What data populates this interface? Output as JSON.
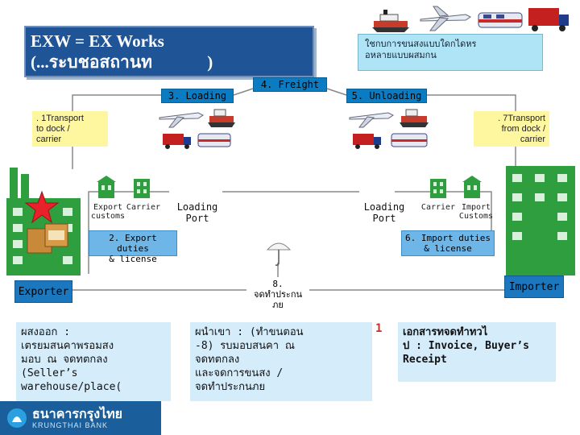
{
  "title": {
    "line1": "EXW = EX Works",
    "line2": "(...ระบชอสถานท             )"
  },
  "transport_note": "ใชกบการขนสงแบบใดกไดหร\nอหลายแบบผสมกน",
  "steps": {
    "loading": "3. Loading",
    "freight": "4. Freight",
    "unloading": "5. Unloading",
    "transport_to_dock": ". 1Transport\nto dock /\ncarrier",
    "transport_from_dock": ". 7Transport\nfrom dock /\ncarrier",
    "export_duties": "2. Export duties\n& license",
    "import_duties": "6. Import duties\n& license",
    "insurance": "8.\nจดทำประกน\nภย"
  },
  "labels": {
    "export_customs": "Export\ncustoms",
    "carrier_left": "Carrier",
    "carrier_right": "Carrier",
    "import_customs": "Import\nCustoms",
    "loading_port_left": "Loading\nPort",
    "loading_port_right": "Loading\nPort",
    "exporter": "Exporter",
    "importer": "Importer"
  },
  "bottom": {
    "seller": "ผสงออก      :\nเตรยมสนคาพรอมสง\nมอบ ณ จดทตกลง\n(Seller’s\nwarehouse/place(",
    "buyer": "ผนำเขา      : (ทำขนตอน\n-8) รบมอบสนคา    ณ\nจดทตกลง\nและจดการขนสง     /\nจดทำประกนภย",
    "page_number": "1",
    "documents": "เอกสารทจดทำทวไ\nป : Invoice, Buyer’s\nReceipt"
  },
  "bank": {
    "name_th": "ธนาคารกรุงไทย",
    "name_en": "KRUNGTHAI BANK"
  },
  "colors": {
    "title_bg": "#1f5596",
    "banner_bg": "#0b7cc2",
    "note_bg": "#aee4f6",
    "duties_bg": "#6fb6e8",
    "star": "#e8212b",
    "building": "#2e9e3e",
    "bottom_bg": "#d5ecfb",
    "page_number": "#c0302a"
  },
  "icons": [
    "ship-icon",
    "airplane-icon",
    "train-icon",
    "truck-icon",
    "building-icon",
    "umbrella-icon",
    "factory-icon",
    "star-icon",
    "boxes-icon",
    "bank-logo-icon"
  ]
}
